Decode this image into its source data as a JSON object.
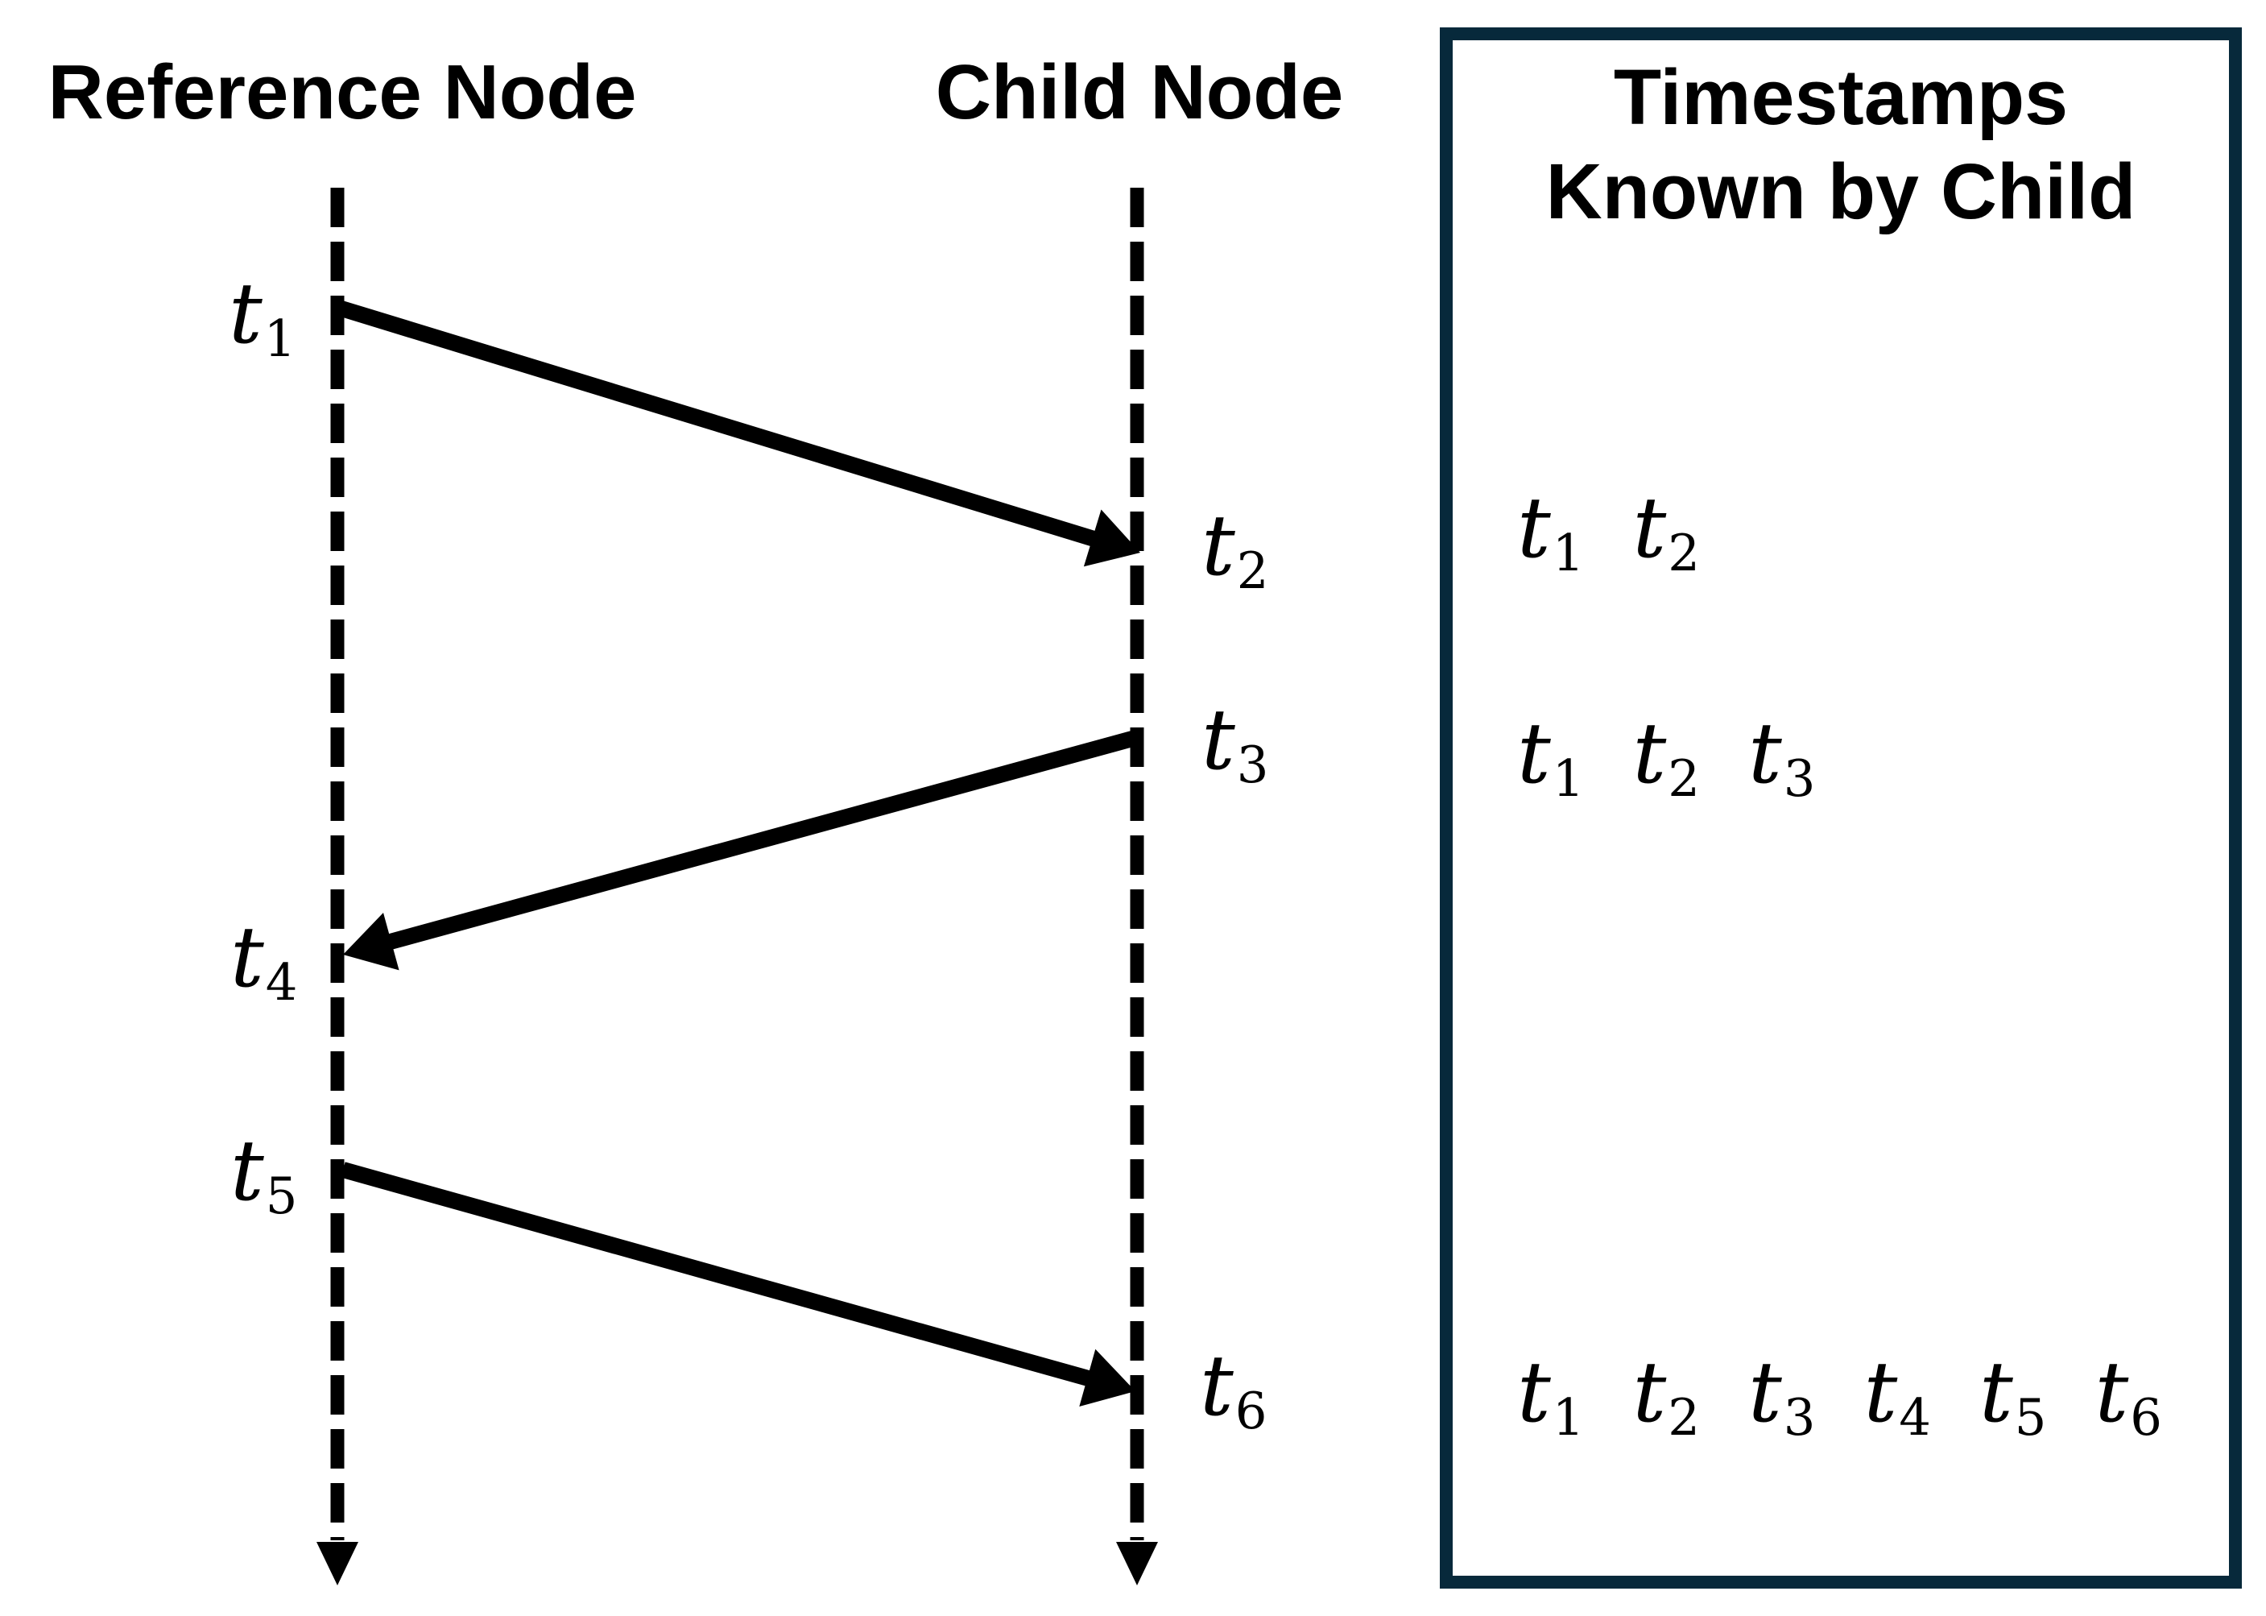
{
  "columns": {
    "reference": {
      "title": "Reference Node"
    },
    "child": {
      "title": "Child Node"
    }
  },
  "events": [
    {
      "id": "t1",
      "base": "t",
      "sub": "1",
      "timeline": "reference"
    },
    {
      "id": "t2",
      "base": "t",
      "sub": "2",
      "timeline": "child"
    },
    {
      "id": "t3",
      "base": "t",
      "sub": "3",
      "timeline": "child"
    },
    {
      "id": "t4",
      "base": "t",
      "sub": "4",
      "timeline": "reference"
    },
    {
      "id": "t5",
      "base": "t",
      "sub": "5",
      "timeline": "reference"
    },
    {
      "id": "t6",
      "base": "t",
      "sub": "6",
      "timeline": "child"
    }
  ],
  "messages": [
    {
      "from": "t1",
      "to": "t2",
      "direction": "reference-to-child"
    },
    {
      "from": "t3",
      "to": "t4",
      "direction": "child-to-reference"
    },
    {
      "from": "t5",
      "to": "t6",
      "direction": "reference-to-child"
    }
  ],
  "panel": {
    "title_line1": "Timestamps",
    "title_line2": "Known by Child",
    "border_color": "#07293b",
    "rows": [
      {
        "cells": [
          {
            "base": "t",
            "sub": "1"
          },
          {
            "base": "t",
            "sub": "2"
          }
        ]
      },
      {
        "cells": [
          {
            "base": "t",
            "sub": "1"
          },
          {
            "base": "t",
            "sub": "2"
          },
          {
            "base": "t",
            "sub": "3"
          }
        ]
      },
      {
        "cells": [
          {
            "base": "t",
            "sub": "1"
          },
          {
            "base": "t",
            "sub": "2"
          },
          {
            "base": "t",
            "sub": "3"
          },
          {
            "base": "t",
            "sub": "4"
          },
          {
            "base": "t",
            "sub": "5"
          },
          {
            "base": "t",
            "sub": "6"
          }
        ]
      }
    ]
  }
}
